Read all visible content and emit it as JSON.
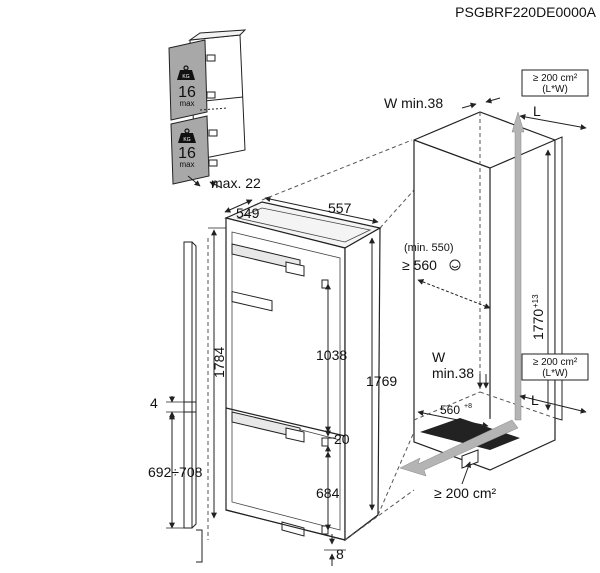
{
  "doc_code": "PSGBRF220DE0000A",
  "door_panel": {
    "upper_load": "16",
    "upper_unit": "max",
    "upper_badge": "KG",
    "lower_load": "16",
    "lower_unit": "max",
    "lower_badge": "KG",
    "gap_label": "max. 22"
  },
  "appliance": {
    "depth": "549",
    "width": "557",
    "total_height": "1784",
    "upper_door": "1038",
    "gap_mid": "20",
    "lower_door": "684",
    "overall_height": "1769",
    "bottom_gap": "8",
    "side_top": "4",
    "side_range": "692÷708"
  },
  "niche": {
    "w_top": "W min.38",
    "vent_top": "≥ 200 cm²",
    "vent_top_sub": "(L*W)",
    "l_top": "L",
    "min_depth": "(min. 550)",
    "depth": "≥ 560",
    "height": "1770",
    "height_tol": "+13",
    "w_bottom_1": "W",
    "w_bottom_2": "min.38",
    "vent_mid": "≥ 200 cm²",
    "vent_mid_sub": "(L*W)",
    "width": "560",
    "width_tol": "+8",
    "l_bottom": "L",
    "vent_bottom": "≥ 200 cm²"
  },
  "colors": {
    "line": "#222222",
    "panel_grey": "#a8a8a8",
    "arrow_grey": "#b4b4b4",
    "dash": "#555555"
  }
}
